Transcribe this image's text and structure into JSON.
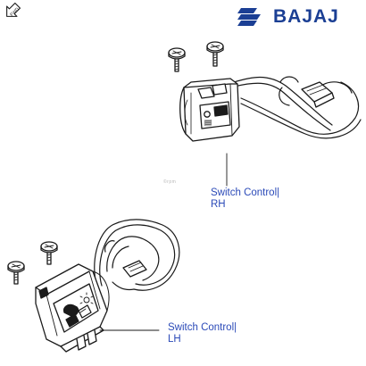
{
  "brand": {
    "name": "BAJAJ",
    "color": "#1b3f94"
  },
  "parts": [
    {
      "line1": "Switch Control|",
      "line2": "RH"
    },
    {
      "line1": "Switch Control|",
      "line2": "LH"
    }
  ],
  "watermark": "©rpm",
  "label_color": "#2b4ab8",
  "icons": [
    "fwd-arrow-icon",
    "bajaj-logo-icon"
  ]
}
